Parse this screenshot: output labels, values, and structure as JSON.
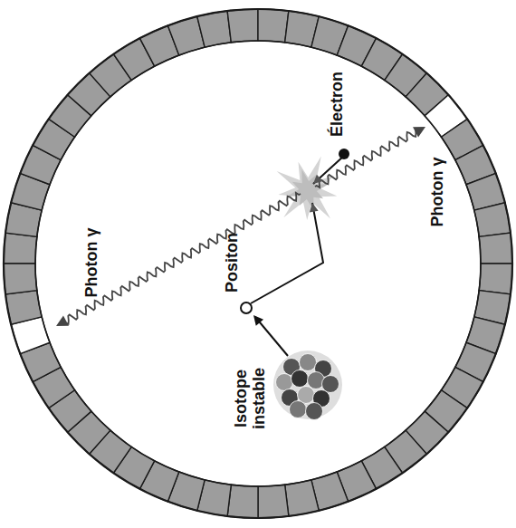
{
  "diagram": {
    "labels": [
      "Électron",
      "Photon γ",
      "Photon γ",
      "Positon",
      "Isotope instable"
    ]
  }
}
